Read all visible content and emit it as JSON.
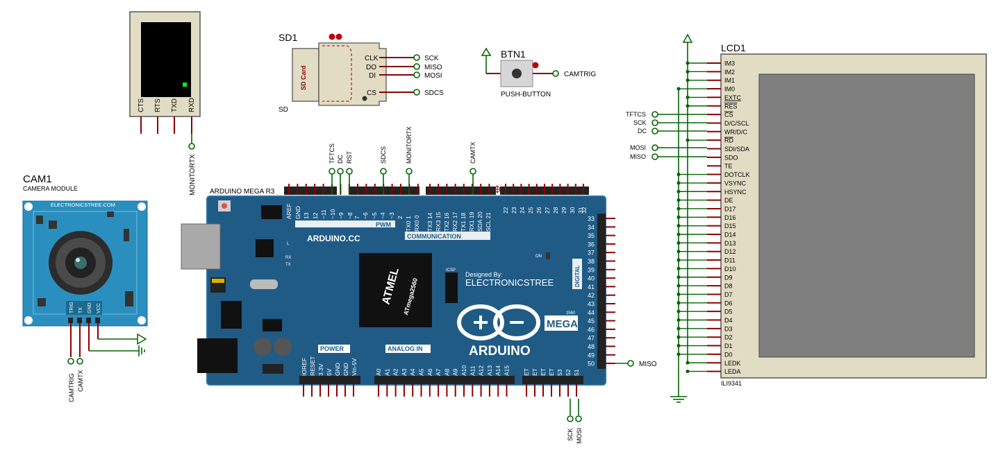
{
  "terminal": {
    "pins": [
      "CTS",
      "RTS",
      "TXD",
      "RXD"
    ],
    "rx_net": "MONITORTX"
  },
  "sd": {
    "ref": "SD1",
    "body_label": "SD Card",
    "type_label": "SD",
    "pins": [
      "CLK",
      "DO",
      "DI",
      "CS"
    ],
    "nets": [
      "SCK",
      "MISO",
      "MOSI",
      "SDCS"
    ]
  },
  "btn": {
    "ref": "BTN1",
    "type_label": "PUSH-BUTTON",
    "net": "CAMTRIG"
  },
  "cam": {
    "ref": "CAM1",
    "type_label": "CAMERA MODULE",
    "brand": "ELECTRONICSTREE.COM",
    "pins": [
      "TRIG",
      "TX",
      "GND",
      "VCC"
    ],
    "nets": [
      "CAMTRIG",
      "CAMTX"
    ]
  },
  "arduino": {
    "ref": "ARDUINO MEGA R3",
    "top_pins_left": [
      "AREF",
      "GND",
      "13",
      "12",
      "~11",
      "~10",
      "~9",
      "~8"
    ],
    "top_pins_mid": [
      "7",
      "~6",
      "~5",
      "~4",
      "~3",
      "2",
      "TX0 1",
      "RX0 0"
    ],
    "top_pins_comm": [
      "TX3 14",
      "RX3 15",
      "TX2 16",
      "RX2 17",
      "TX1 18",
      "RX1 19",
      "SDA 20",
      "SCL 21"
    ],
    "top_pins_right": [
      "22",
      "24",
      "26",
      "28",
      "30",
      "32"
    ],
    "top_pins_right_b": [
      "23",
      "25",
      "27",
      "29",
      "31"
    ],
    "top_nets": [
      "TFTCS",
      "DC",
      "RST",
      "SDCS",
      "MONITORTX",
      "CAMTX"
    ],
    "right_pins": [
      "33",
      "34",
      "35",
      "36",
      "37",
      "38",
      "39",
      "40",
      "41",
      "42",
      "43",
      "44",
      "45",
      "46",
      "47",
      "48",
      "49",
      "50"
    ],
    "right_net": "MISO",
    "power_pins": [
      "IOREF",
      "RESET",
      "3.3V",
      "5V",
      "GND",
      "GND",
      "Vin-5V"
    ],
    "analog_pins": [
      "A0",
      "A1",
      "A2",
      "A3",
      "A4",
      "A5",
      "A6",
      "A7",
      "A8",
      "A9",
      "A10",
      "A11",
      "A12",
      "A13",
      "A14",
      "A15"
    ],
    "bottom_right_pins": [
      "ET",
      "ET",
      "ET",
      "ET",
      "53",
      "52",
      "51"
    ],
    "bottom_nets": [
      "SCK",
      "MOSI"
    ],
    "labels": {
      "pwm": "PWM",
      "arduino_cc": "ARDUINO.CC",
      "communication": "COMMUNICATION",
      "digital": "DIGITAL",
      "designed_by": "Designed By:",
      "designer": "ELECTRONICSTREE",
      "mega": "MEGA",
      "model": "2560",
      "arduino": "ARDUINO",
      "power": "POWER",
      "analog_in": "ANALOG IN",
      "chip_brand": "ATMEL",
      "chip_model": "ATmega2560",
      "icsp": "ICSP",
      "on": "ON",
      "rx": "RX",
      "tx": "TX",
      "l": "L"
    }
  },
  "lcd": {
    "ref": "LCD1",
    "type_label": "ILI9341",
    "pins": [
      "IM3",
      "IM2",
      "IM1",
      "IM0",
      "EXTC",
      "RES",
      "CS",
      "D/C/SCL",
      "WR/D/C",
      "RD",
      "SDI/SDA",
      "SDO",
      "TE",
      "DOTCLK",
      "VSYNC",
      "HSYNC",
      "DE",
      "D17",
      "D16",
      "D15",
      "D14",
      "D13",
      "D12",
      "D11",
      "D10",
      "D9",
      "D8",
      "D7",
      "D6",
      "D5",
      "D4",
      "D3",
      "D2",
      "D1",
      "D0",
      "LEDK",
      "LEDA"
    ],
    "nets": [
      "TFTCS",
      "SCK",
      "DC",
      "MOSI",
      "MISO"
    ]
  },
  "colors": {
    "board": "#1f5b85",
    "board_edge": "#2d6f9c",
    "cam_board": "#2a8fbf",
    "lcd_frame": "#e2dcc5",
    "lcd_screen": "#7f7f7f",
    "wire_red": "#8b0000",
    "wire_green": "#006400"
  }
}
